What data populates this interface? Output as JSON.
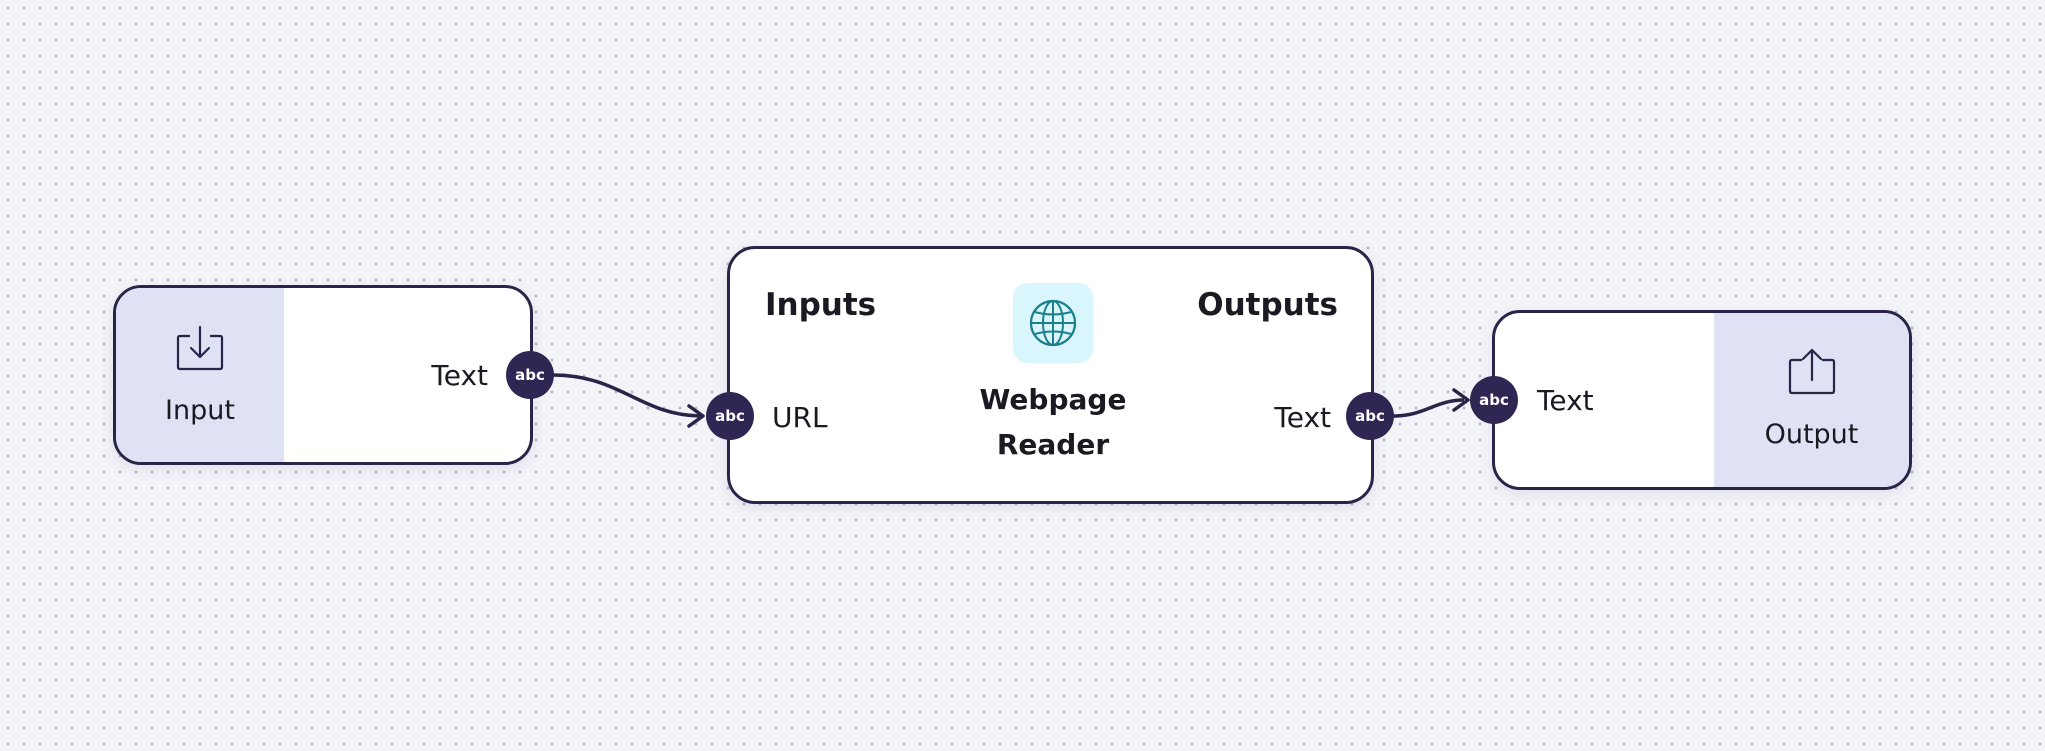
{
  "canvas": {
    "background": "#f3f4f8",
    "dot_color": "#b4b8c8",
    "node_border_color": "#2a2449",
    "port_color": "#2f2653",
    "panel_color": "#dee2f4"
  },
  "nodes": {
    "input": {
      "label": "Input",
      "icon": "import-icon",
      "port_label": "Text",
      "port_badge": "abc"
    },
    "webpage_reader": {
      "inputs_heading": "Inputs",
      "outputs_heading": "Outputs",
      "title_line1": "Webpage",
      "title_line2": "Reader",
      "icon": "globe-icon",
      "icon_bg": "#d8f6fb",
      "icon_color": "#1b7f8e",
      "input_port_label": "URL",
      "input_port_badge": "abc",
      "output_port_label": "Text",
      "output_port_badge": "abc"
    },
    "output": {
      "label": "Output",
      "icon": "export-icon",
      "port_label": "Text",
      "port_badge": "abc"
    }
  },
  "edges": [
    {
      "from": "input.text",
      "to": "webpage_reader.url"
    },
    {
      "from": "webpage_reader.text",
      "to": "output.text"
    }
  ]
}
